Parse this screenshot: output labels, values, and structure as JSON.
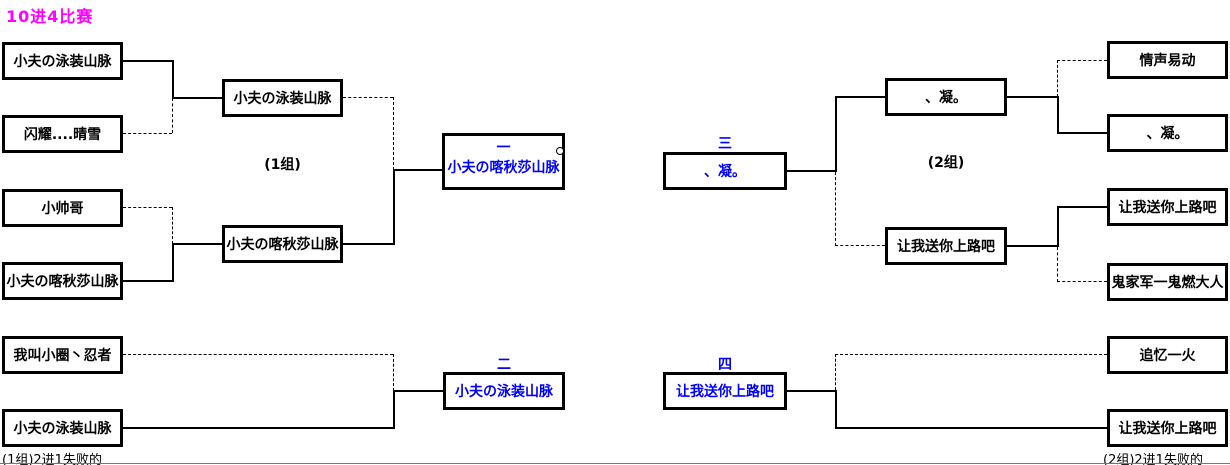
{
  "title": "10进4比赛",
  "colors": {
    "title": "#ff00ff",
    "winner_text": "#0000ff",
    "line": "#000000"
  },
  "groups": {
    "g1": {
      "label": "(1组)",
      "loser_note": "(1组)2进1失败的"
    },
    "g2": {
      "label": "(2组)",
      "loser_note": "(2组)2进1失败的"
    }
  },
  "left": {
    "r1": [
      "小夫の泳装山脉",
      "闪耀....晴雪",
      "小帅哥",
      "小夫の喀秋莎山脉"
    ],
    "r2": [
      "小夫の泳装山脉",
      "小夫の喀秋莎山脉"
    ],
    "final_seed": "一",
    "final_name": "小夫の喀秋莎山脉",
    "cons_r1": [
      "我叫小圈丶忍者",
      "小夫の泳装山脉"
    ],
    "cons_seed": "二",
    "cons_name": "小夫の泳装山脉"
  },
  "right": {
    "r1": [
      "情声易动",
      "、凝。",
      "让我送你上路吧",
      "鬼家军一鬼燃大人"
    ],
    "r2": [
      "、凝。",
      "让我送你上路吧"
    ],
    "final_seed": "三",
    "final_name": "、凝。",
    "cons_r1": [
      "追忆一火",
      "让我送你上路吧"
    ],
    "cons_seed": "四",
    "cons_name": "让我送你上路吧"
  }
}
